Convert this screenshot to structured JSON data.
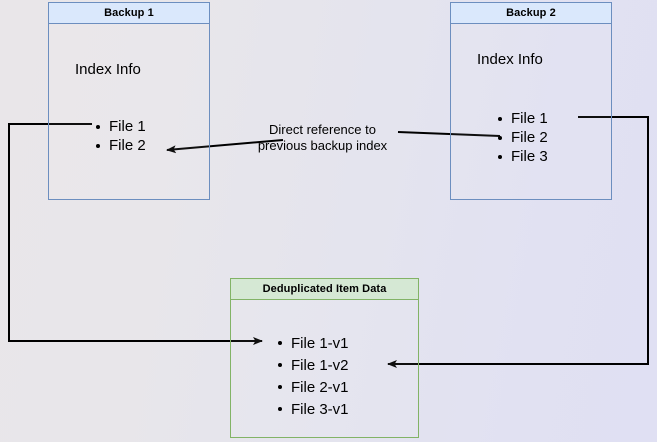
{
  "diagram": {
    "title_hidden": "Backup deduplication index reference diagram",
    "background_colors": {
      "left": "#e9e6e9",
      "right": "#e0e0f3"
    },
    "accent_blue_border": "#6c8ebf",
    "accent_blue_header": "#dae8fc",
    "accent_green_border": "#82b366",
    "accent_green_header": "#d5e8d4",
    "line_color": "#000000"
  },
  "boxes": {
    "backup1": {
      "header": "Backup 1",
      "section_label": "Index Info",
      "items": [
        "File 1",
        "File 2"
      ]
    },
    "backup2": {
      "header": "Backup 2",
      "section_label": "Index Info",
      "items": [
        "File 1",
        "File 2",
        "File 3"
      ]
    },
    "dedup": {
      "header": "Deduplicated Item Data",
      "items": [
        "File 1-v1",
        "File 1-v2",
        "File 2-v1",
        "File 3-v1"
      ]
    }
  },
  "annotations": {
    "direct_reference": {
      "line1": "Direct reference to",
      "line2": "previous backup index"
    }
  }
}
